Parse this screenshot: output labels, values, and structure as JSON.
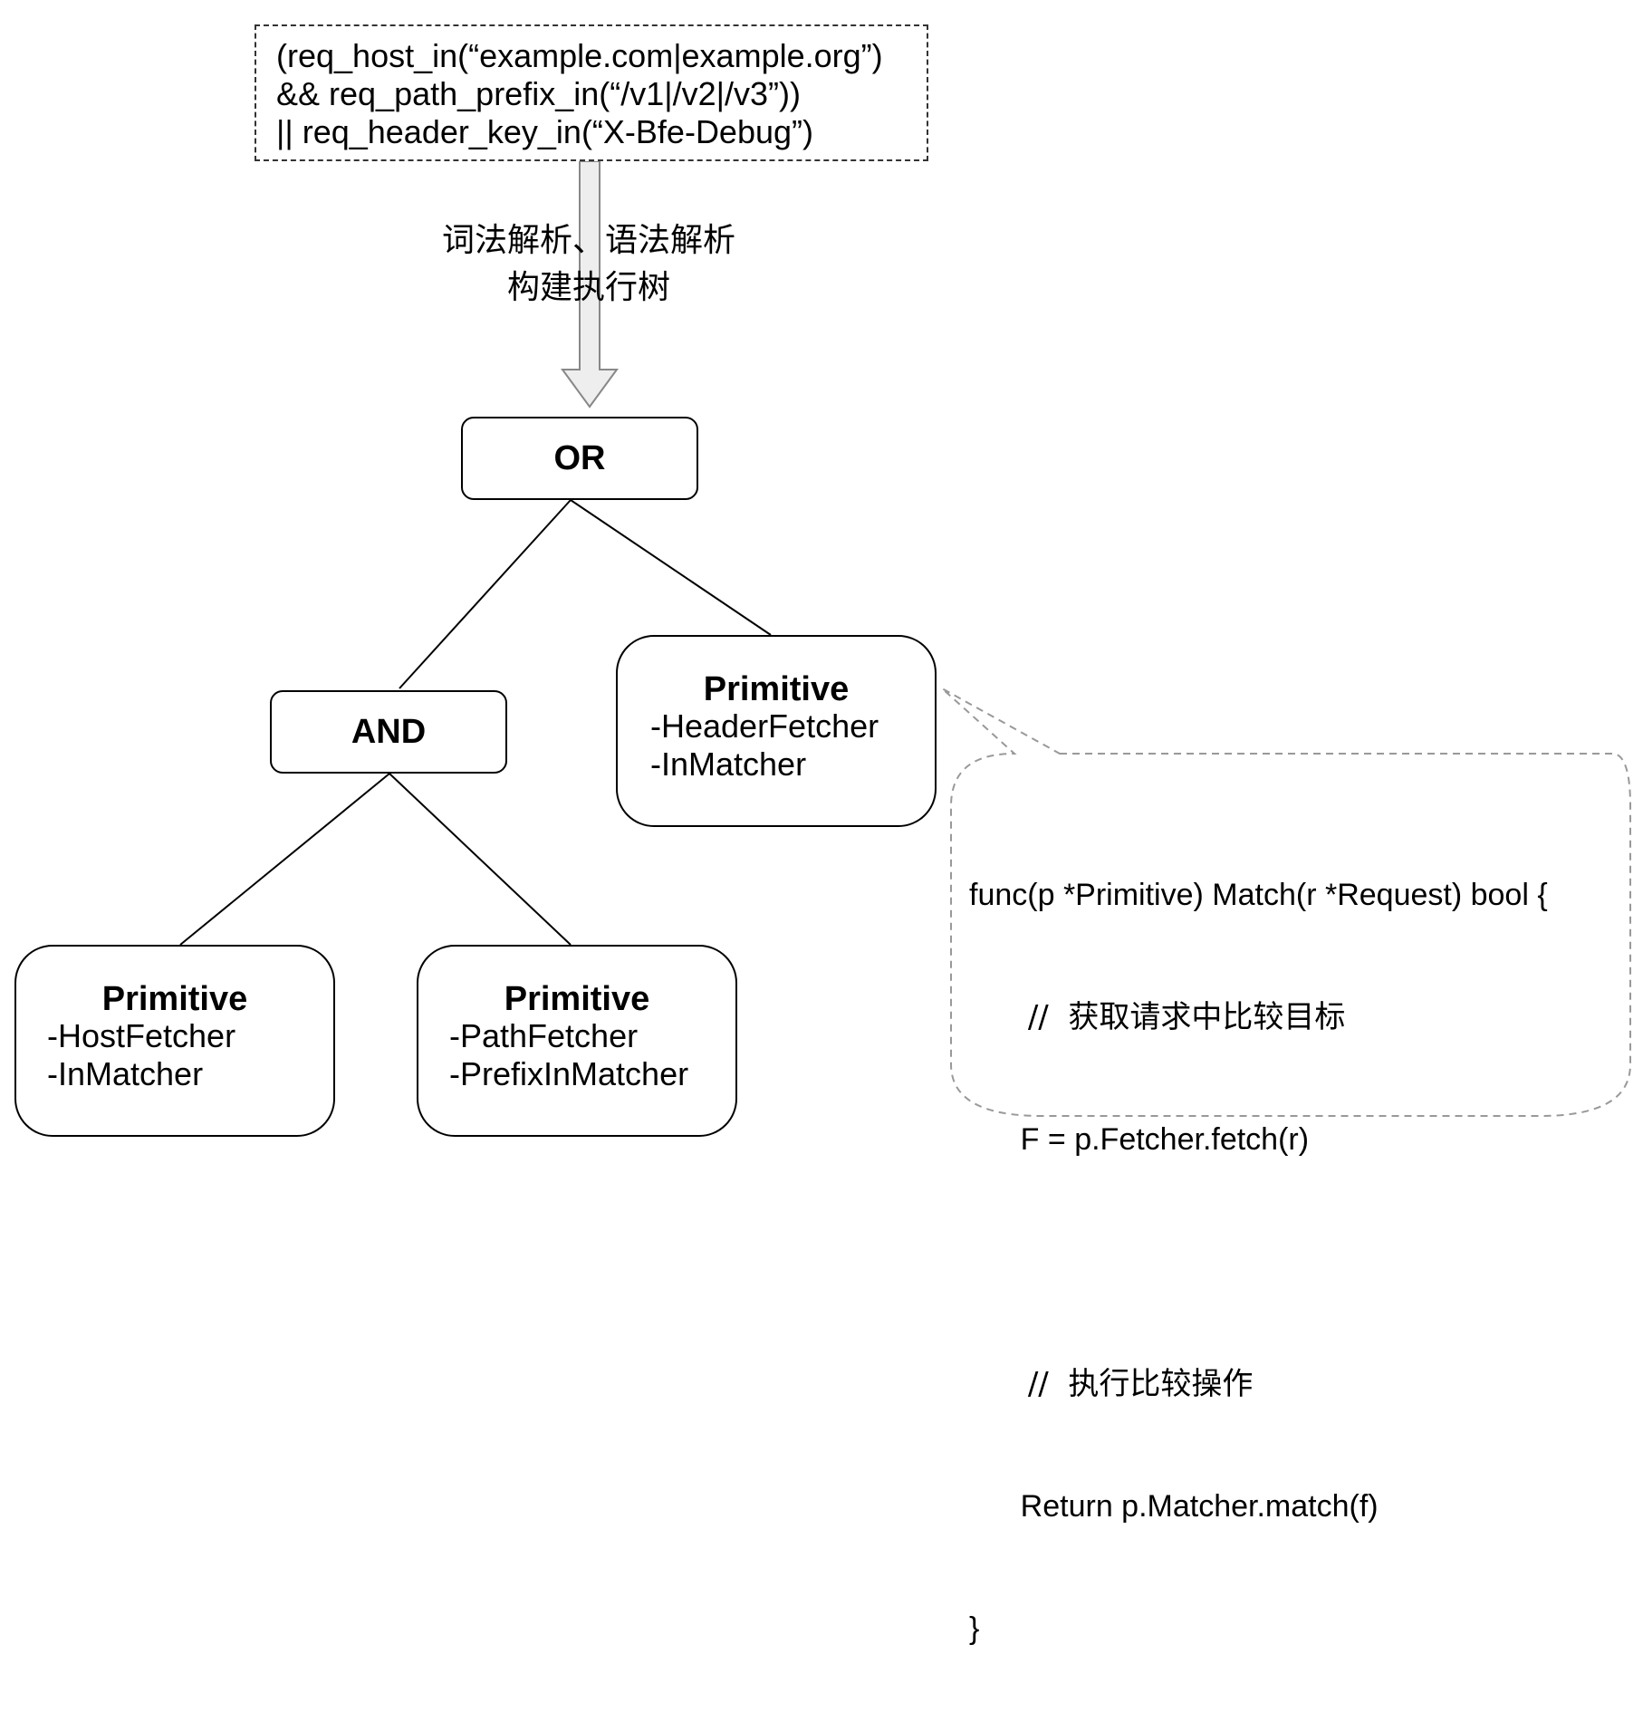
{
  "expression": {
    "lines": [
      "(req_host_in(“example.com|example.org”)",
      "&& req_path_prefix_in(“/v1|/v2|/v3”))",
      "|| req_header_key_in(“X-Bfe-Debug”)"
    ]
  },
  "arrow_label": {
    "line1": "词法解析、语法解析",
    "line2": "构建执行树"
  },
  "tree": {
    "or_node": {
      "label": "OR"
    },
    "and_node": {
      "label": "AND"
    },
    "primitive_header": {
      "title": "Primitive",
      "lines": [
        "-HeaderFetcher",
        "-InMatcher"
      ]
    },
    "primitive_host": {
      "title": "Primitive",
      "lines": [
        "-HostFetcher",
        "-InMatcher"
      ]
    },
    "primitive_path": {
      "title": "Primitive",
      "lines": [
        "-PathFetcher",
        "-PrefixInMatcher"
      ]
    }
  },
  "code_callout": {
    "lines": [
      "func(p *Primitive) Match(r *Request) bool {",
      "      //  获取请求中比较目标",
      "      F = p.Fetcher.fetch(r)",
      "",
      "      //  执行比较操作",
      "      Return p.Matcher.match(f)",
      "}"
    ]
  },
  "colors": {
    "stroke": "#000000",
    "dashed_border": "#333333",
    "callout_border": "#999999",
    "arrow_fill": "#eeeeee",
    "arrow_stroke": "#888888"
  }
}
